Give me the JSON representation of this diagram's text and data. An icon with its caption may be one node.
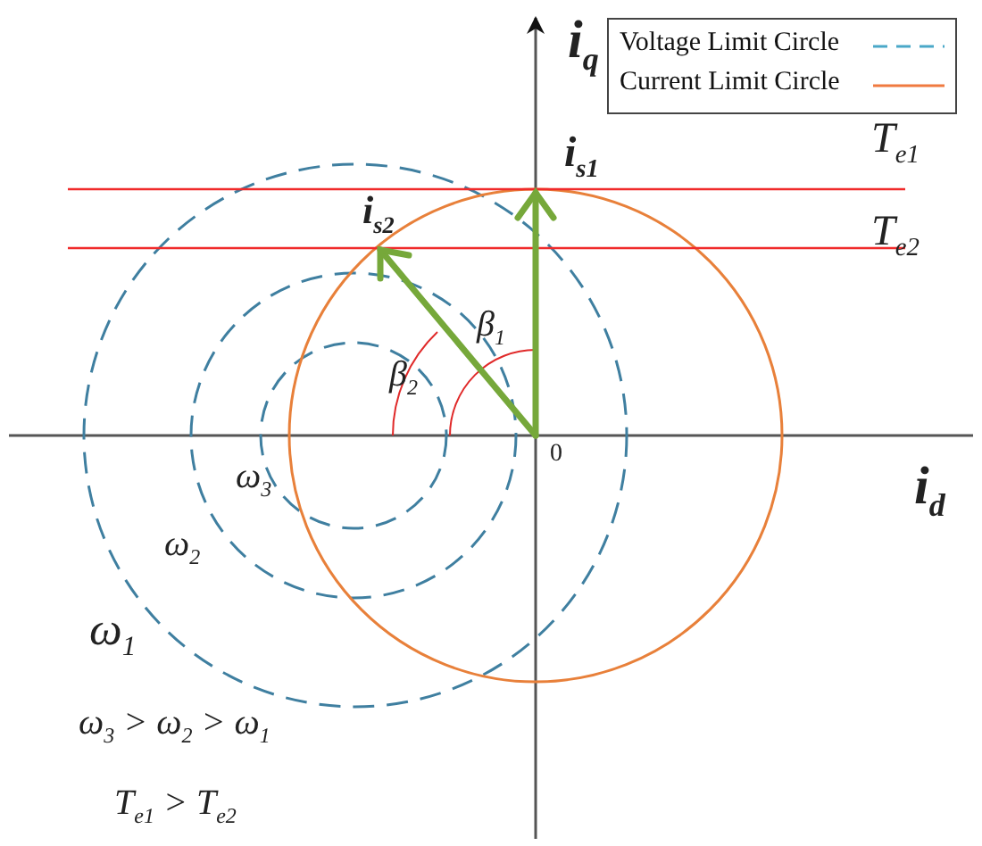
{
  "diagram": {
    "labels": [
      "i$_{q}$",
      "T$_{e1}$",
      "i$_{s1}$",
      "i$_{s2}$",
      "T$_{e2}$",
      "β$_{1}$",
      "β$_{2}$",
      "0",
      "i$_{d}$",
      "ω$_{3}$",
      "ω$_{2}$",
      "ω$_{1}$",
      "ω$_{3}$ > ω$_{2}$ > ω$_{1}$",
      "T$_{e1}$ > T$_{e2}$"
    ],
    "legend": [
      {
        "text": "Voltage Limit Circle"
      },
      {
        "text": "Current Limit Circle"
      }
    ]
  }
}
